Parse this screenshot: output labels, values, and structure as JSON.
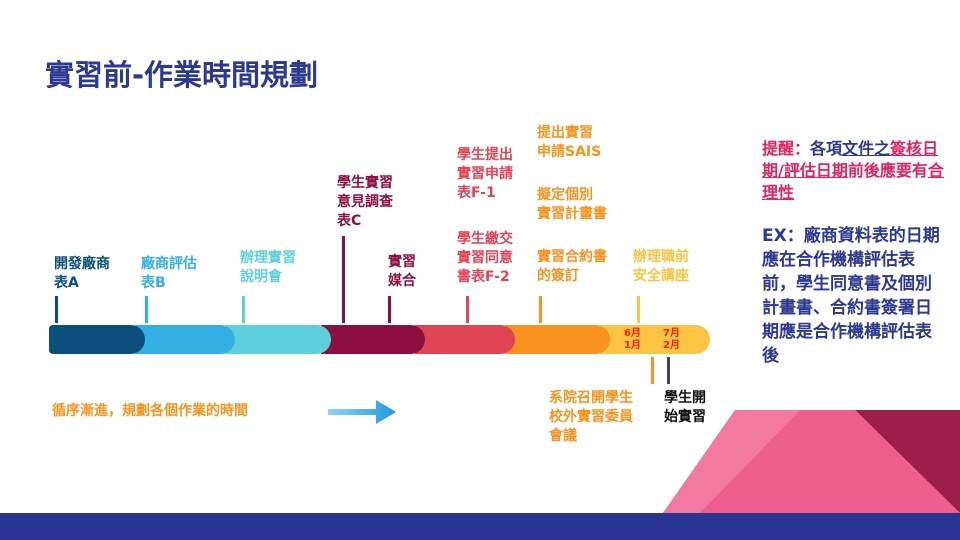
{
  "title": "實習前-作業時間規劃",
  "colors": {
    "navy": "#0b4f7c",
    "blue": "#33afe3",
    "teal": "#5ed0dc",
    "maroon": "#8b1040",
    "red": "#e04455",
    "orange": "#f7931e",
    "yellow": "#fbc543",
    "title": "#2b3990"
  },
  "timeline": {
    "labels": {
      "a": "開發廠商\n表A",
      "b": "廠商評估\n表B",
      "c": "辦理實習\n說明會",
      "d": "學生實習\n意見調查\n表C",
      "e": "實習\n媒合",
      "f1": "學生提出\n實習申請\n表F-1",
      "f2": "學生繳交\n實習同意\n書表F-2",
      "sais": "提出實習\n申請SAIS",
      "plan": "擬定個別\n實習計畫書",
      "contract": "實習合約書\n的簽訂",
      "safety": "辦理職前\n安全講座",
      "committee": "系院召開學生\n校外實習委員\n會議",
      "start": "學生開\n始實習"
    },
    "dates": {
      "june": "6月",
      "jan": "1月",
      "july": "7月",
      "feb": "2月"
    }
  },
  "footer_text": "循序漸進，規劃各個作業的時間",
  "reminder": {
    "p1": "提醒：",
    "p2": "各項",
    "p3": "文件之",
    "p4": "簽核",
    "p5": "日期/評估日期",
    "p6": "前後應",
    "p7": "要有",
    "p8": "合理性"
  },
  "example": "EX：廠商資料表的日期應在合作機構評估表前，學生同意書及個別計畫書、合約書簽署日期應是合作機構評估表後"
}
